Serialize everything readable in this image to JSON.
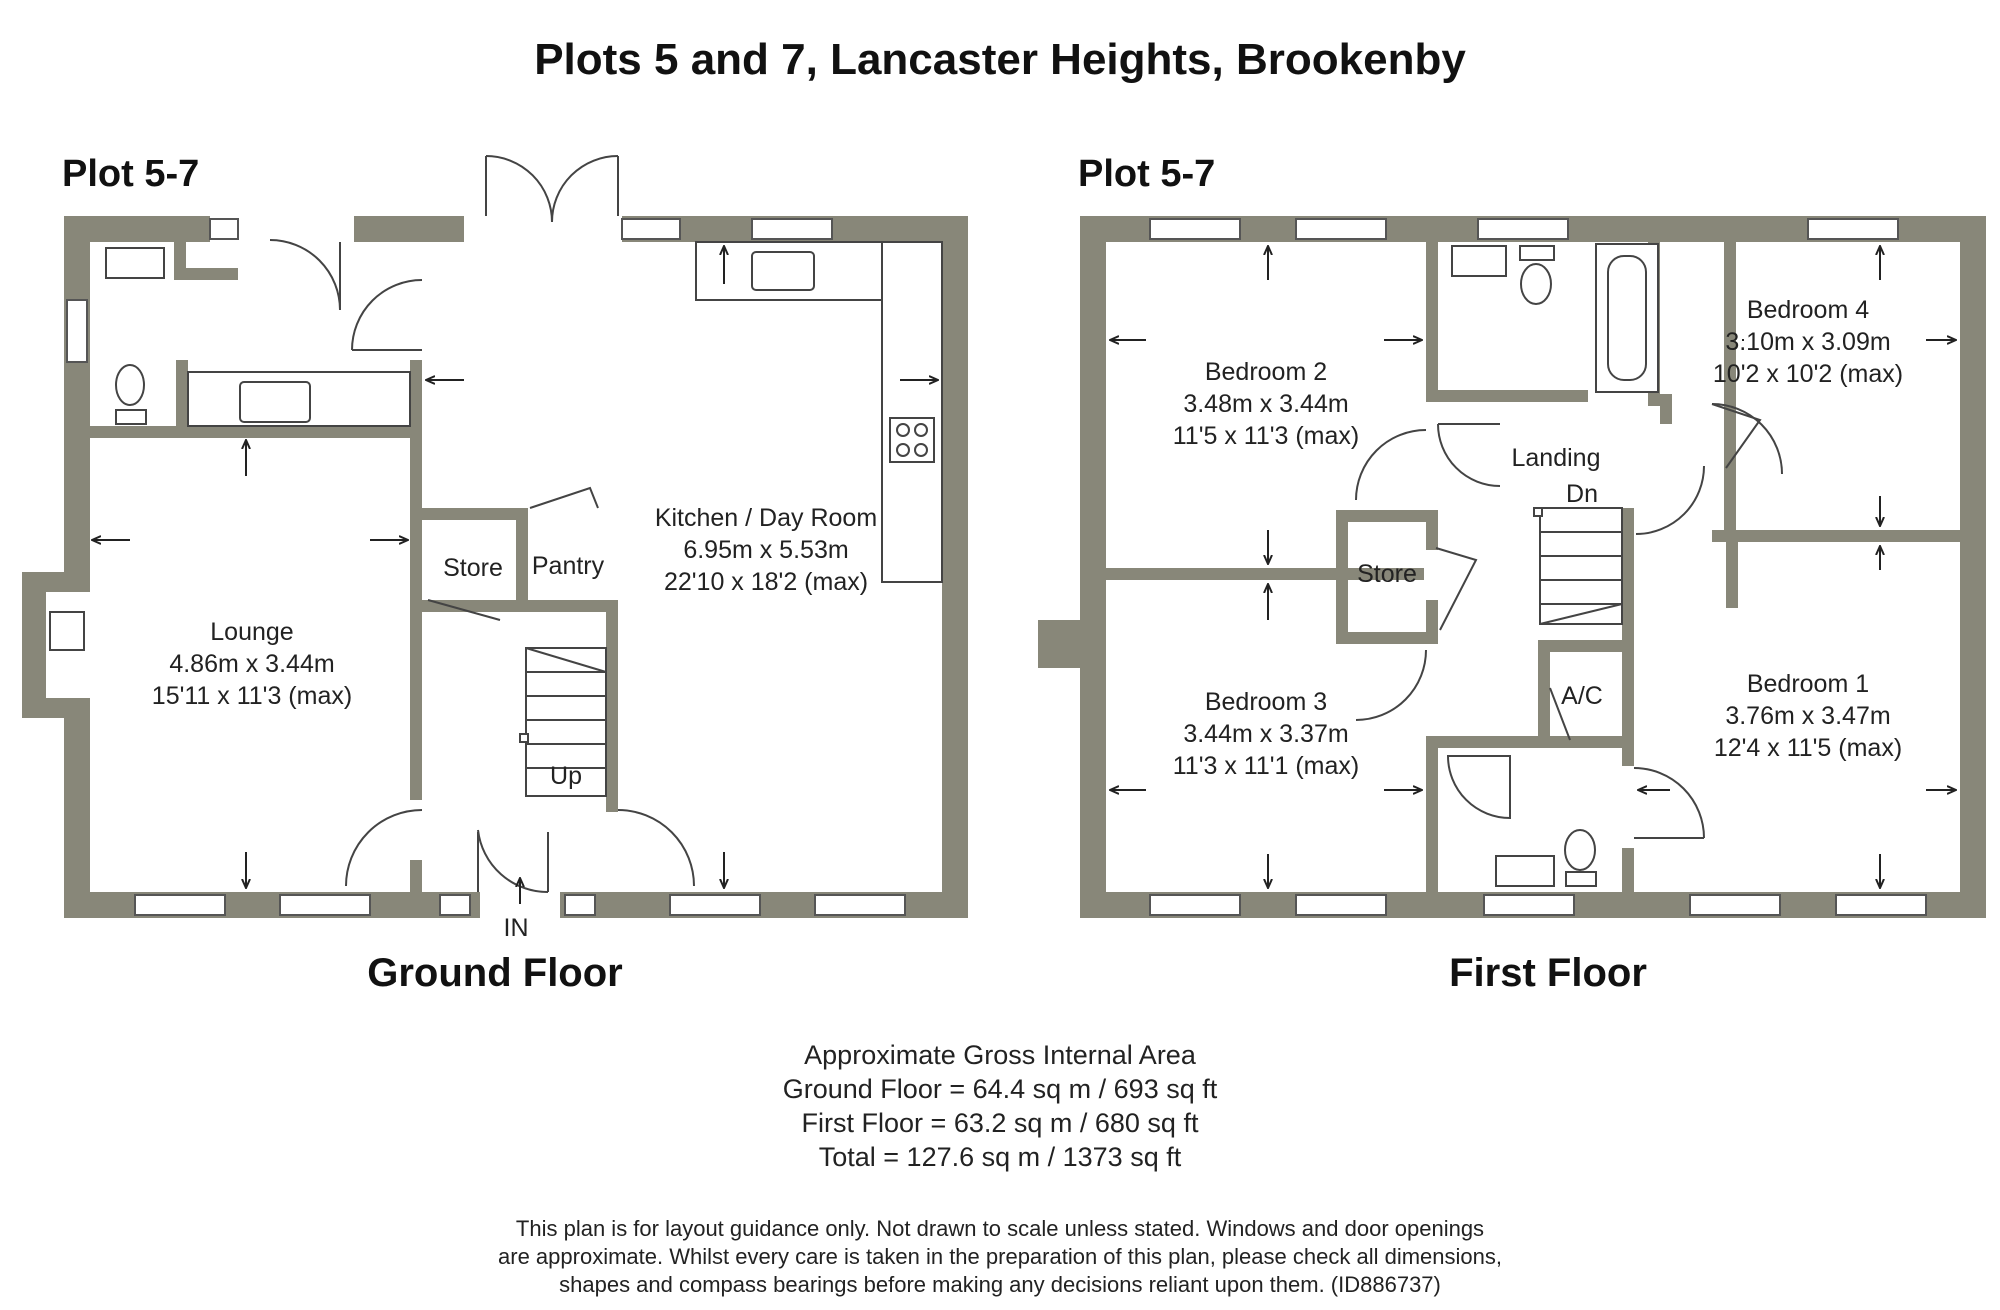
{
  "title": "Plots 5 and 7, Lancaster Heights, Brookenby",
  "ground": {
    "plot_label": "Plot 5-7",
    "floor_label": "Ground Floor",
    "rooms": {
      "lounge": {
        "name": "Lounge",
        "metric": "4.86m x 3.44m",
        "imperial": "15'11 x 11'3 (max)"
      },
      "kitchen": {
        "name": "Kitchen / Day Room",
        "metric": "6.95m x 5.53m",
        "imperial": "22'10 x 18'2 (max)"
      },
      "store": {
        "name": "Store"
      },
      "pantry": {
        "name": "Pantry"
      }
    },
    "stairs_label": "Up",
    "entrance_label": "IN"
  },
  "first": {
    "plot_label": "Plot 5-7",
    "floor_label": "First Floor",
    "rooms": {
      "bedroom2": {
        "name": "Bedroom 2",
        "metric": "3.48m x 3.44m",
        "imperial": "11'5 x 11'3 (max)"
      },
      "bedroom4": {
        "name": "Bedroom 4",
        "metric": "3.10m x 3.09m",
        "imperial": "10'2 x 10'2 (max)"
      },
      "bedroom3": {
        "name": "Bedroom 3",
        "metric": "3.44m x 3.37m",
        "imperial": "11'3 x 11'1 (max)"
      },
      "bedroom1": {
        "name": "Bedroom 1",
        "metric": "3.76m x 3.47m",
        "imperial": "12'4 x 11'5 (max)"
      },
      "landing": {
        "name": "Landing"
      },
      "store": {
        "name": "Store"
      },
      "ac": {
        "name": "A/C"
      }
    },
    "stairs_label": "Dn"
  },
  "area": {
    "heading": "Approximate Gross Internal Area",
    "ground": "Ground Floor = 64.4 sq m / 693 sq ft",
    "first": "First Floor = 63.2 sq m / 680 sq ft",
    "total": "Total = 127.6 sq m / 1373 sq ft"
  },
  "disclaimer": [
    "This plan is for layout guidance only. Not drawn to scale unless stated. Windows and door openings",
    "are approximate. Whilst every care is taken in the preparation of this plan, please check all dimensions,",
    "shapes and compass bearings before making any decisions reliant upon them. (ID886737)"
  ],
  "colors": {
    "wall": "#888779",
    "text": "#222222",
    "background": "#ffffff"
  }
}
